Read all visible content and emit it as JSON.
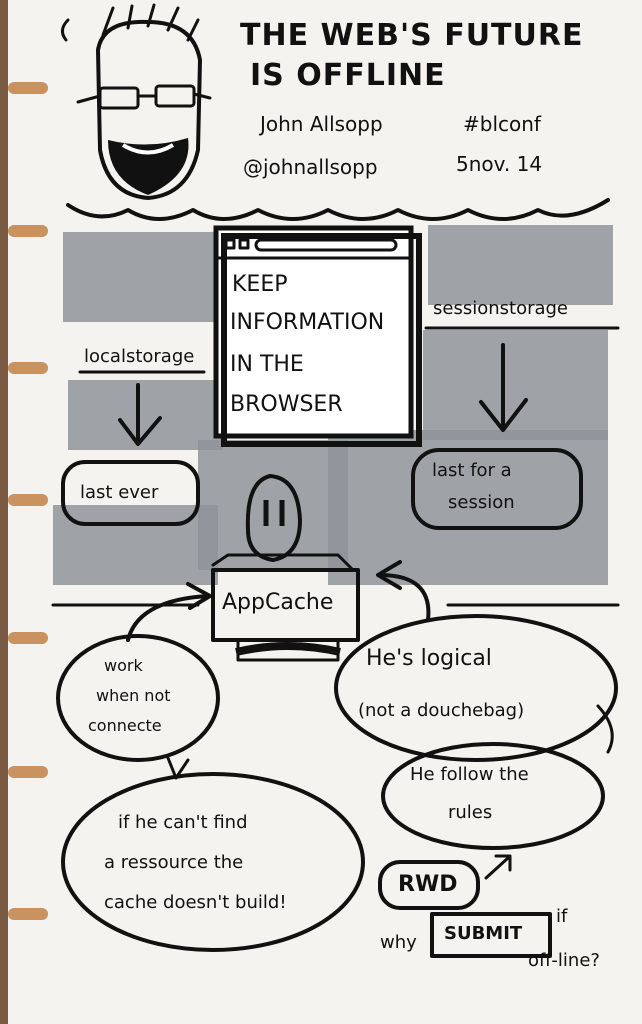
{
  "title": {
    "line1": "THE WEB'S FUTURE",
    "line2": "IS OFFLINE"
  },
  "speaker": {
    "name": "John Allsopp",
    "handle": "@johnallsopp"
  },
  "event": {
    "hashtag": "#blconf",
    "date": "5nov. 14"
  },
  "browser_box": {
    "lines": [
      "KEEP",
      "INFORMATION",
      "IN THE",
      "BROWSER"
    ]
  },
  "local_storage": {
    "label": "localstorage",
    "result": "last ever"
  },
  "session_storage": {
    "label": "sessionstorage",
    "result_line1": "last for a",
    "result_line2": "session"
  },
  "appcache": {
    "label": "AppCache"
  },
  "bubbles": {
    "works_offline": [
      "work",
      "when not",
      "connecte"
    ],
    "logical_line1": "He's logical",
    "logical_line2": "(not a douchebag)",
    "rules_line1": "He follow the",
    "rules_line2": "rules",
    "resource": [
      "if he can't find",
      "a ressource the",
      "cache doesn't build!"
    ]
  },
  "bottom": {
    "rwd": "RWD",
    "why": "why",
    "submit": "SUBMIT",
    "suffix_line1": "if",
    "suffix_line2": "off-line?"
  },
  "colors": {
    "paper": "#f4f3ef",
    "marker_grey": "#8f939a",
    "ink": "#111111",
    "ring": "#c9925f"
  }
}
